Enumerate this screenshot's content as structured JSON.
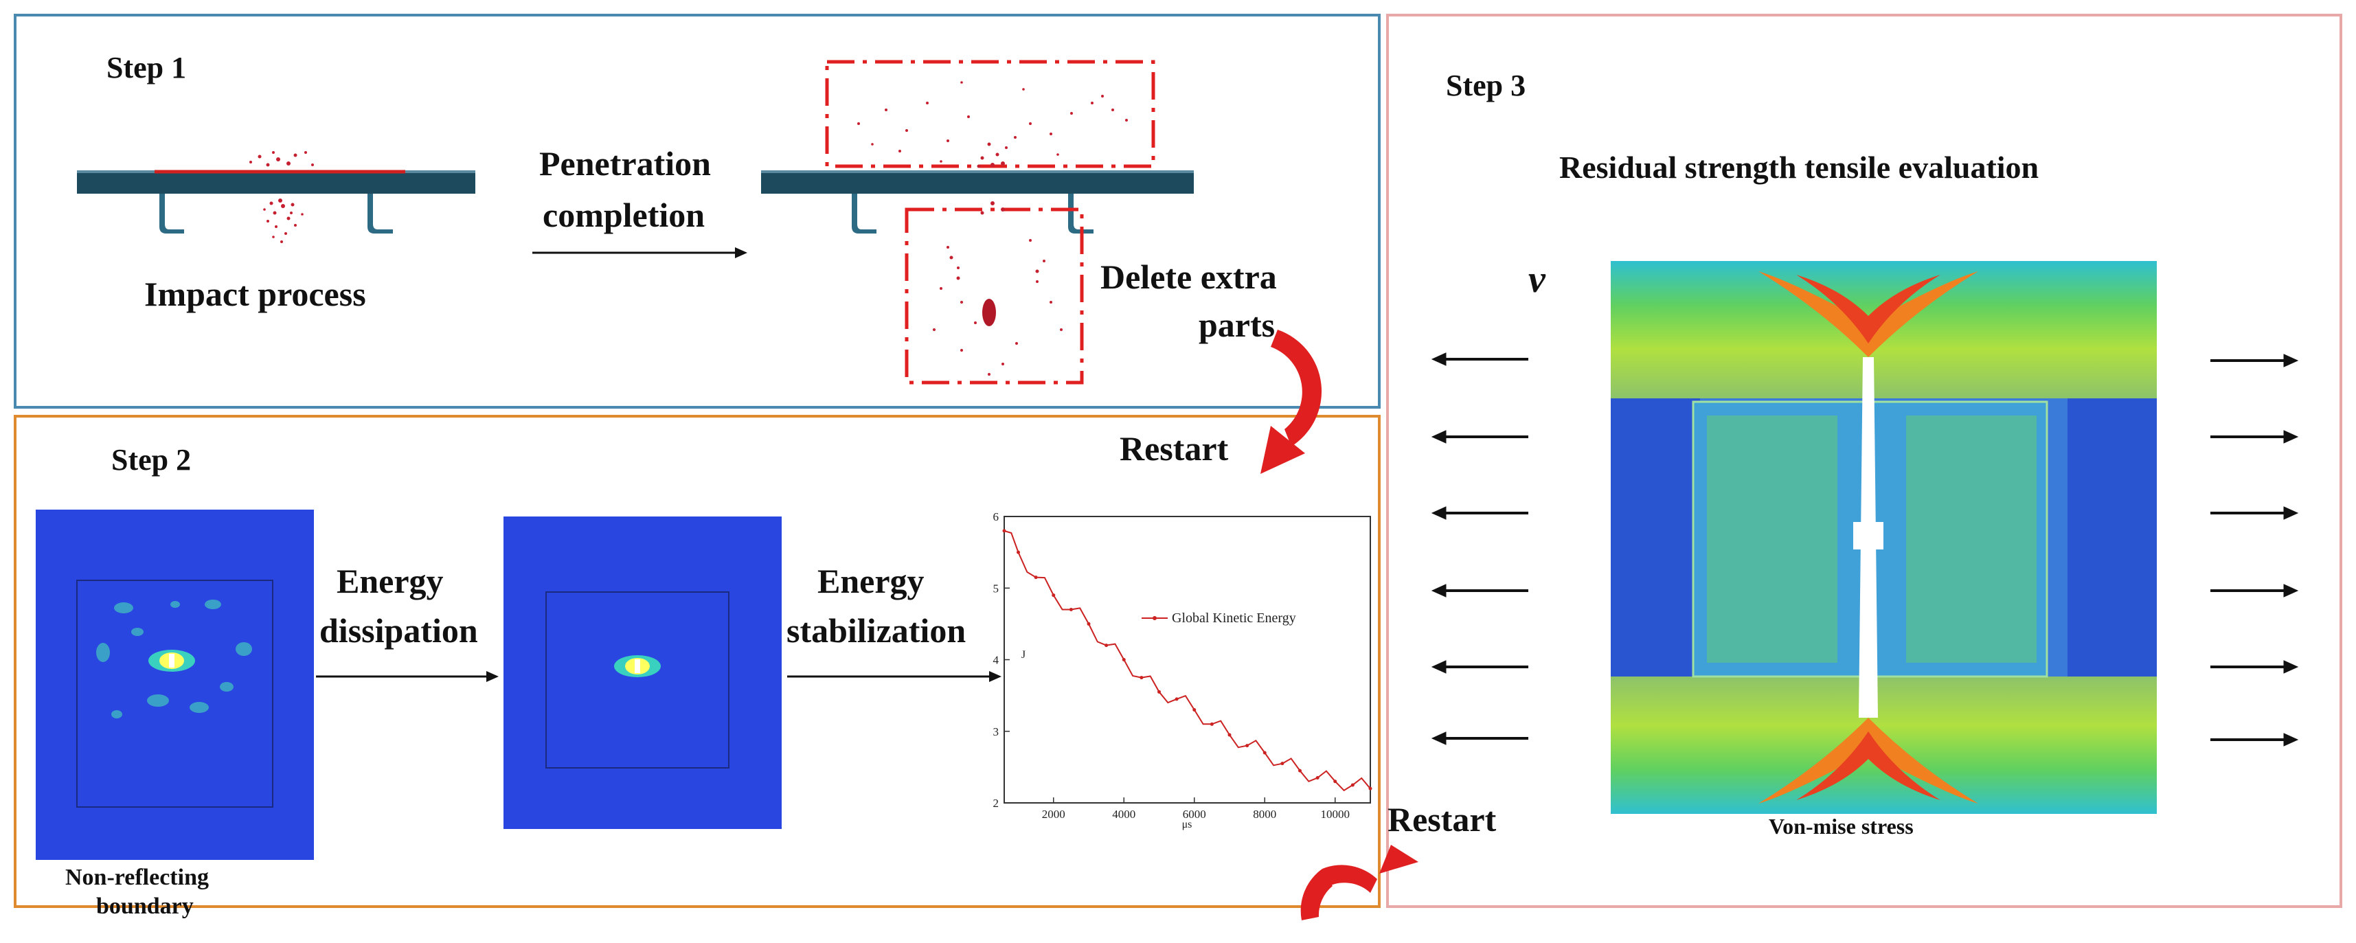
{
  "steps": {
    "step1": {
      "title": "Step 1",
      "impact_label": "Impact process",
      "arrow_label_line1": "Penetration",
      "arrow_label_line2": "completion",
      "delete_line1": "Delete extra",
      "delete_line2": "parts"
    },
    "step2": {
      "title": "Step 2",
      "restart_top": "Restart",
      "boundary_line1": "Non-reflecting",
      "boundary_line2": "boundary",
      "dissipation_line1": "Energy",
      "dissipation_line2": "dissipation",
      "stabilization_line1": "Energy",
      "stabilization_line2": "stabilization",
      "restart_bottom": "Restart"
    },
    "step3": {
      "title": "Step 3",
      "heading": "Residual strength tensile evaluation",
      "velocity_symbol": "v",
      "stress_label": "Von-mise stress"
    }
  },
  "chart_data": {
    "type": "line",
    "series": [
      {
        "name": "Global Kinetic Energy",
        "x": [
          600,
          1000,
          1500,
          2000,
          2500,
          3000,
          3500,
          4000,
          4500,
          5000,
          5500,
          6000,
          6500,
          7000,
          7500,
          8000,
          8500,
          9000,
          9500,
          10000,
          10500,
          11000
        ],
        "y": [
          5.8,
          5.5,
          5.15,
          4.9,
          4.7,
          4.5,
          4.2,
          4.0,
          3.75,
          3.55,
          3.45,
          3.3,
          3.1,
          2.95,
          2.8,
          2.7,
          2.55,
          2.45,
          2.35,
          2.3,
          2.25,
          2.2
        ]
      }
    ],
    "xlabel": "μs",
    "ylabel": "J",
    "xlim": [
      600,
      11000
    ],
    "ylim": [
      2,
      6
    ],
    "xticks": [
      "2000",
      "4000",
      "6000",
      "8000",
      "10000"
    ],
    "yticks": [
      "2",
      "3",
      "4",
      "5",
      "6"
    ],
    "legend_placement": "top-right",
    "line_color": "#cc2222"
  },
  "colors": {
    "step1_border": "#4a8ab0",
    "step2_border": "#e08a30",
    "step3_border": "#e8a8a8",
    "dash_box": "#e02020",
    "restart_arrow": "#e02020",
    "plate": "#1e4a5e",
    "fem_blue": "#2a46e0"
  }
}
